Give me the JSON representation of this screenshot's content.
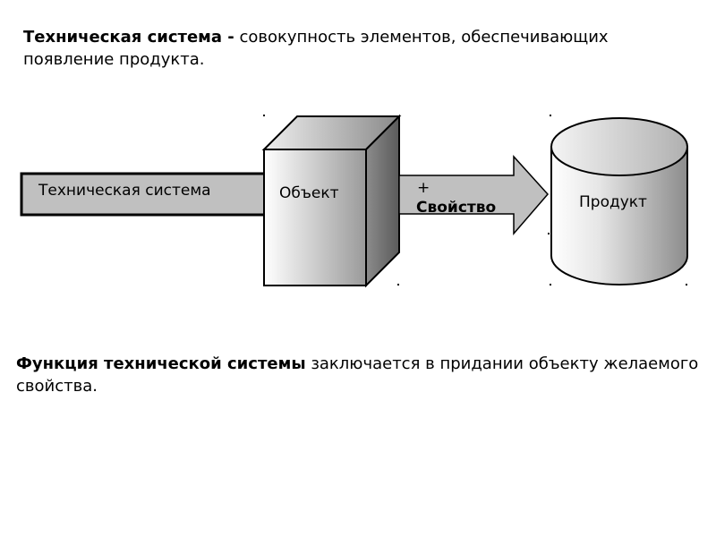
{
  "definition": {
    "term": "Техническая система -",
    "text": " совокупность элементов, обеспечивающих появление продукта."
  },
  "diagram": {
    "system_label": "Техническая система",
    "object_label": "Объект",
    "arrow_plus": "+",
    "arrow_label": "Свойство",
    "product_label": "Продукт"
  },
  "function": {
    "term": "Функция технической системы",
    "text": " заключается в придании объекту желаемого свойства."
  }
}
